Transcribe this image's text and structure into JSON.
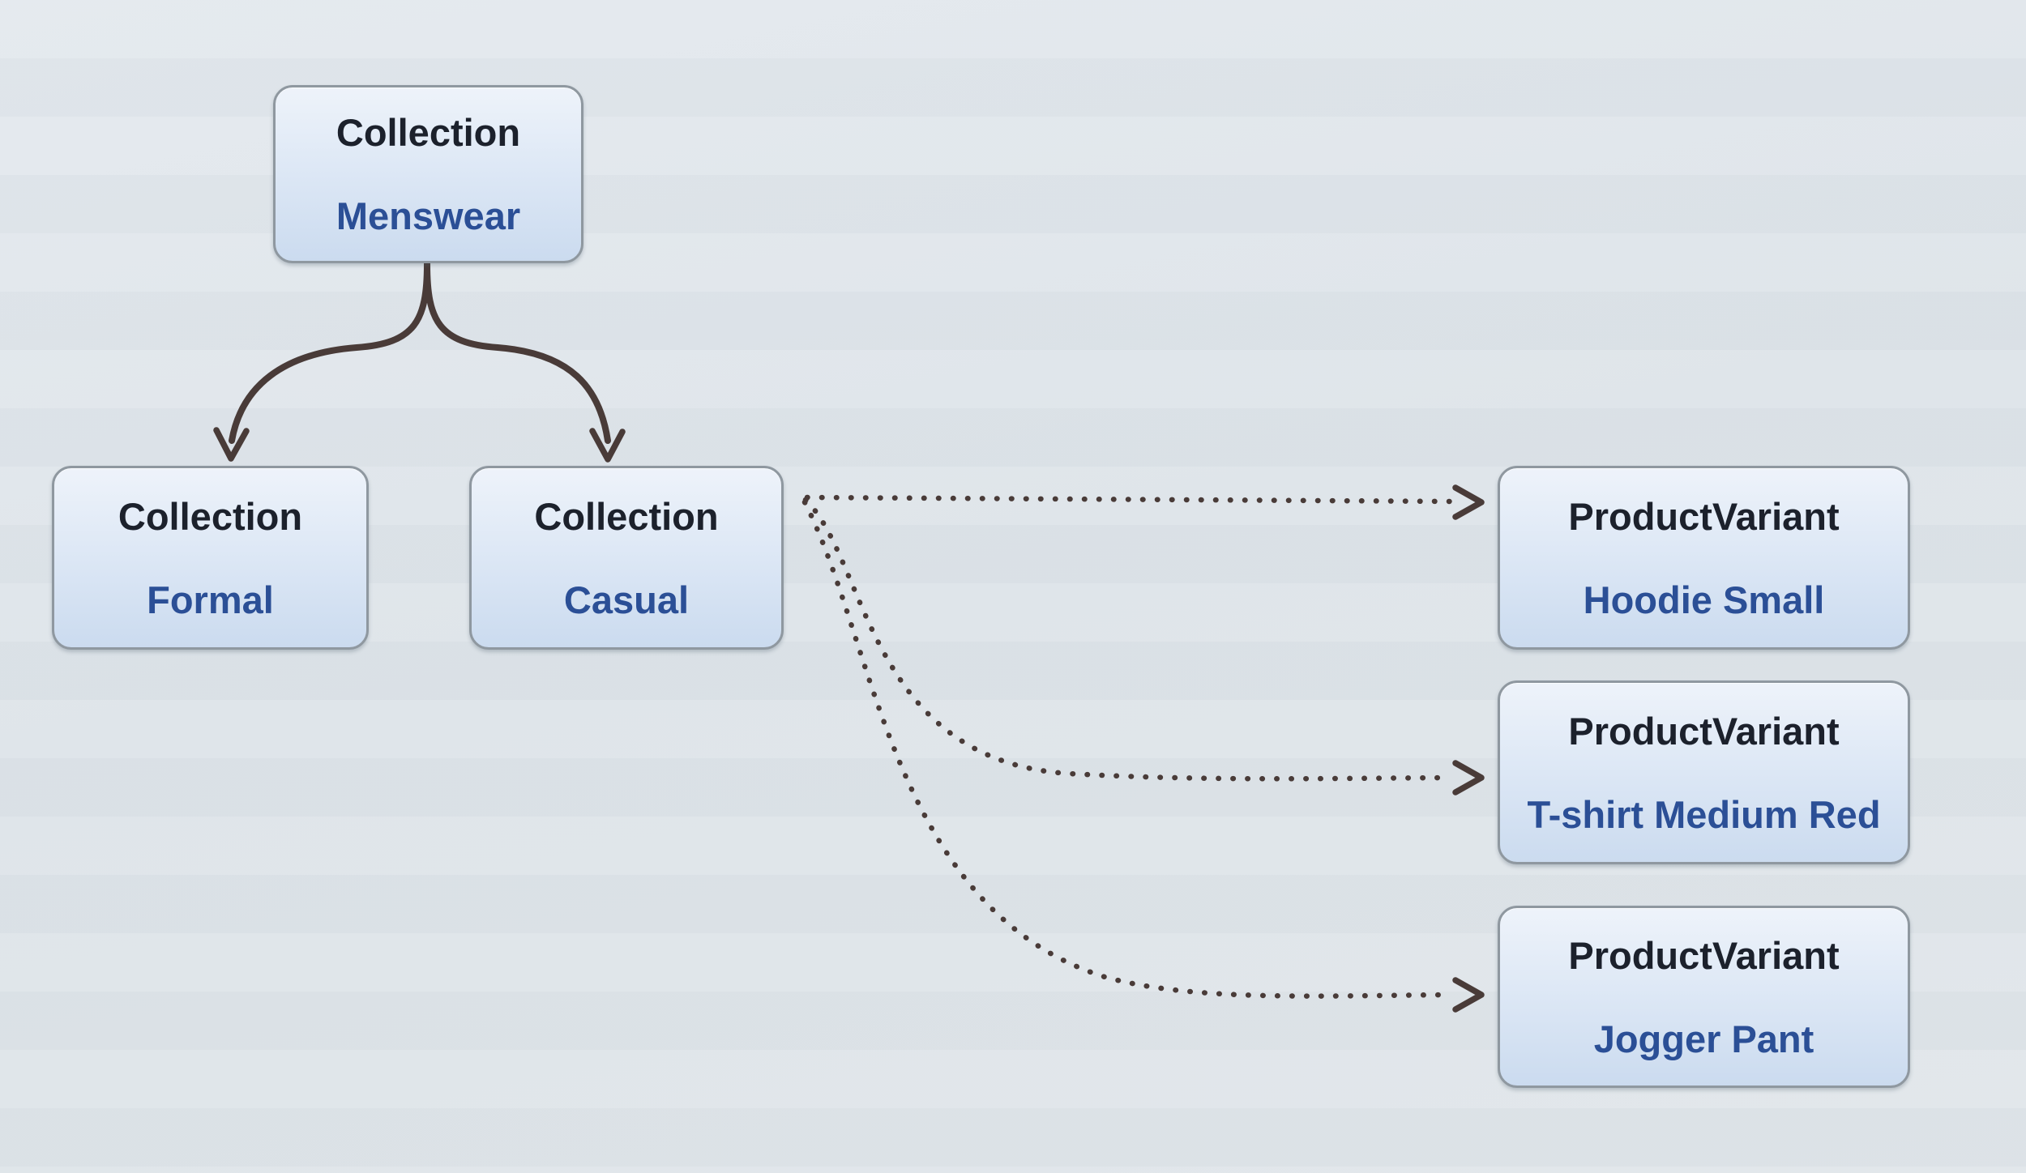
{
  "diagram": {
    "colors": {
      "background": "#e1e6eb",
      "node_fill_top": "#eef3fa",
      "node_fill_bottom": "#cbdbef",
      "node_border": "#8f98a0",
      "type_text": "#1c212c",
      "name_text": "#2b4f96",
      "arrow": "#493b38"
    },
    "nodes": [
      {
        "type": "Collection",
        "name": "Menswear"
      },
      {
        "type": "Collection",
        "name": "Formal"
      },
      {
        "type": "Collection",
        "name": "Casual"
      },
      {
        "type": "ProductVariant",
        "name": "Hoodie Small"
      },
      {
        "type": "ProductVariant",
        "name": "T-shirt Medium Red"
      },
      {
        "type": "ProductVariant",
        "name": "Jogger Pant"
      }
    ],
    "edges": [
      {
        "from": "Collection Menswear",
        "to": "Collection Formal",
        "style": "solid"
      },
      {
        "from": "Collection Menswear",
        "to": "Collection Casual",
        "style": "solid"
      },
      {
        "from": "Collection Casual",
        "to": "ProductVariant Hoodie Small",
        "style": "dotted"
      },
      {
        "from": "Collection Casual",
        "to": "ProductVariant T-shirt Medium Red",
        "style": "dotted"
      },
      {
        "from": "Collection Casual",
        "to": "ProductVariant Jogger Pant",
        "style": "dotted"
      }
    ]
  }
}
